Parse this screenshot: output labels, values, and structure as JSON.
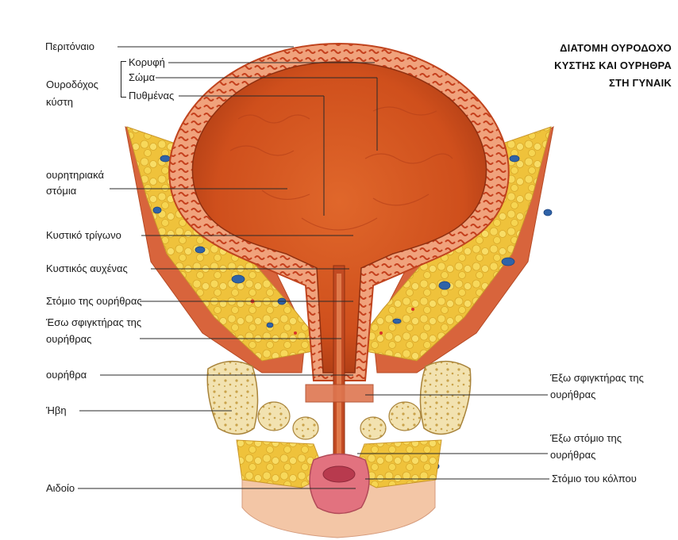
{
  "title": {
    "line1": "ΔΙΑΤΟΜΗ ΟΥΡΟΔΟΧΟ",
    "line2": "ΚΥΣΤΗΣ ΚΑΙ ΟΥΡΗΘΡΑ",
    "line3": "ΣΤΗ ΓΥΝΑΙΚ"
  },
  "labels": {
    "peritoneum": "Περιτόναιο",
    "bladder_l1": "Ουροδόχος",
    "bladder_l2": "κύστη",
    "apex": "Κορυφή",
    "body": "Σώμα",
    "fundus": "Πυθμένας",
    "ureteric_l1": "ουρητηριακά",
    "ureteric_l2": "στόμια",
    "trigone": "Κυστικό τρίγωνο",
    "neck": "Κυστικός αυχένας",
    "int_orifice": "Στόμιο της ουρήθρας",
    "int_sphincter_l1": "Έσω σφιγκτήρας της",
    "int_sphincter_l2": "ουρήθρας",
    "urethra": "ουρήθρα",
    "pubis": "Ήβη",
    "vulva": "Αιδοίο",
    "ext_sphincter_l1": "Έξω σφιγκτήρας της",
    "ext_sphincter_l2": "ουρήθρας",
    "ext_orifice_l1": "Έξω στόμιο της",
    "ext_orifice_l2": "ουρήθρας",
    "vaginal_orifice": "Στόμιο του κόλπου"
  },
  "colors": {
    "bladder_lumen": "#d2541e",
    "bladder_wall": "#e87a55",
    "muscle": "#dd6f47",
    "fat": "#f2cf4a",
    "vessel_blue": "#2f63a8",
    "bone": "#f3e4b3",
    "skin": "#f4c6a8",
    "vulva_pink": "#e0707e"
  }
}
